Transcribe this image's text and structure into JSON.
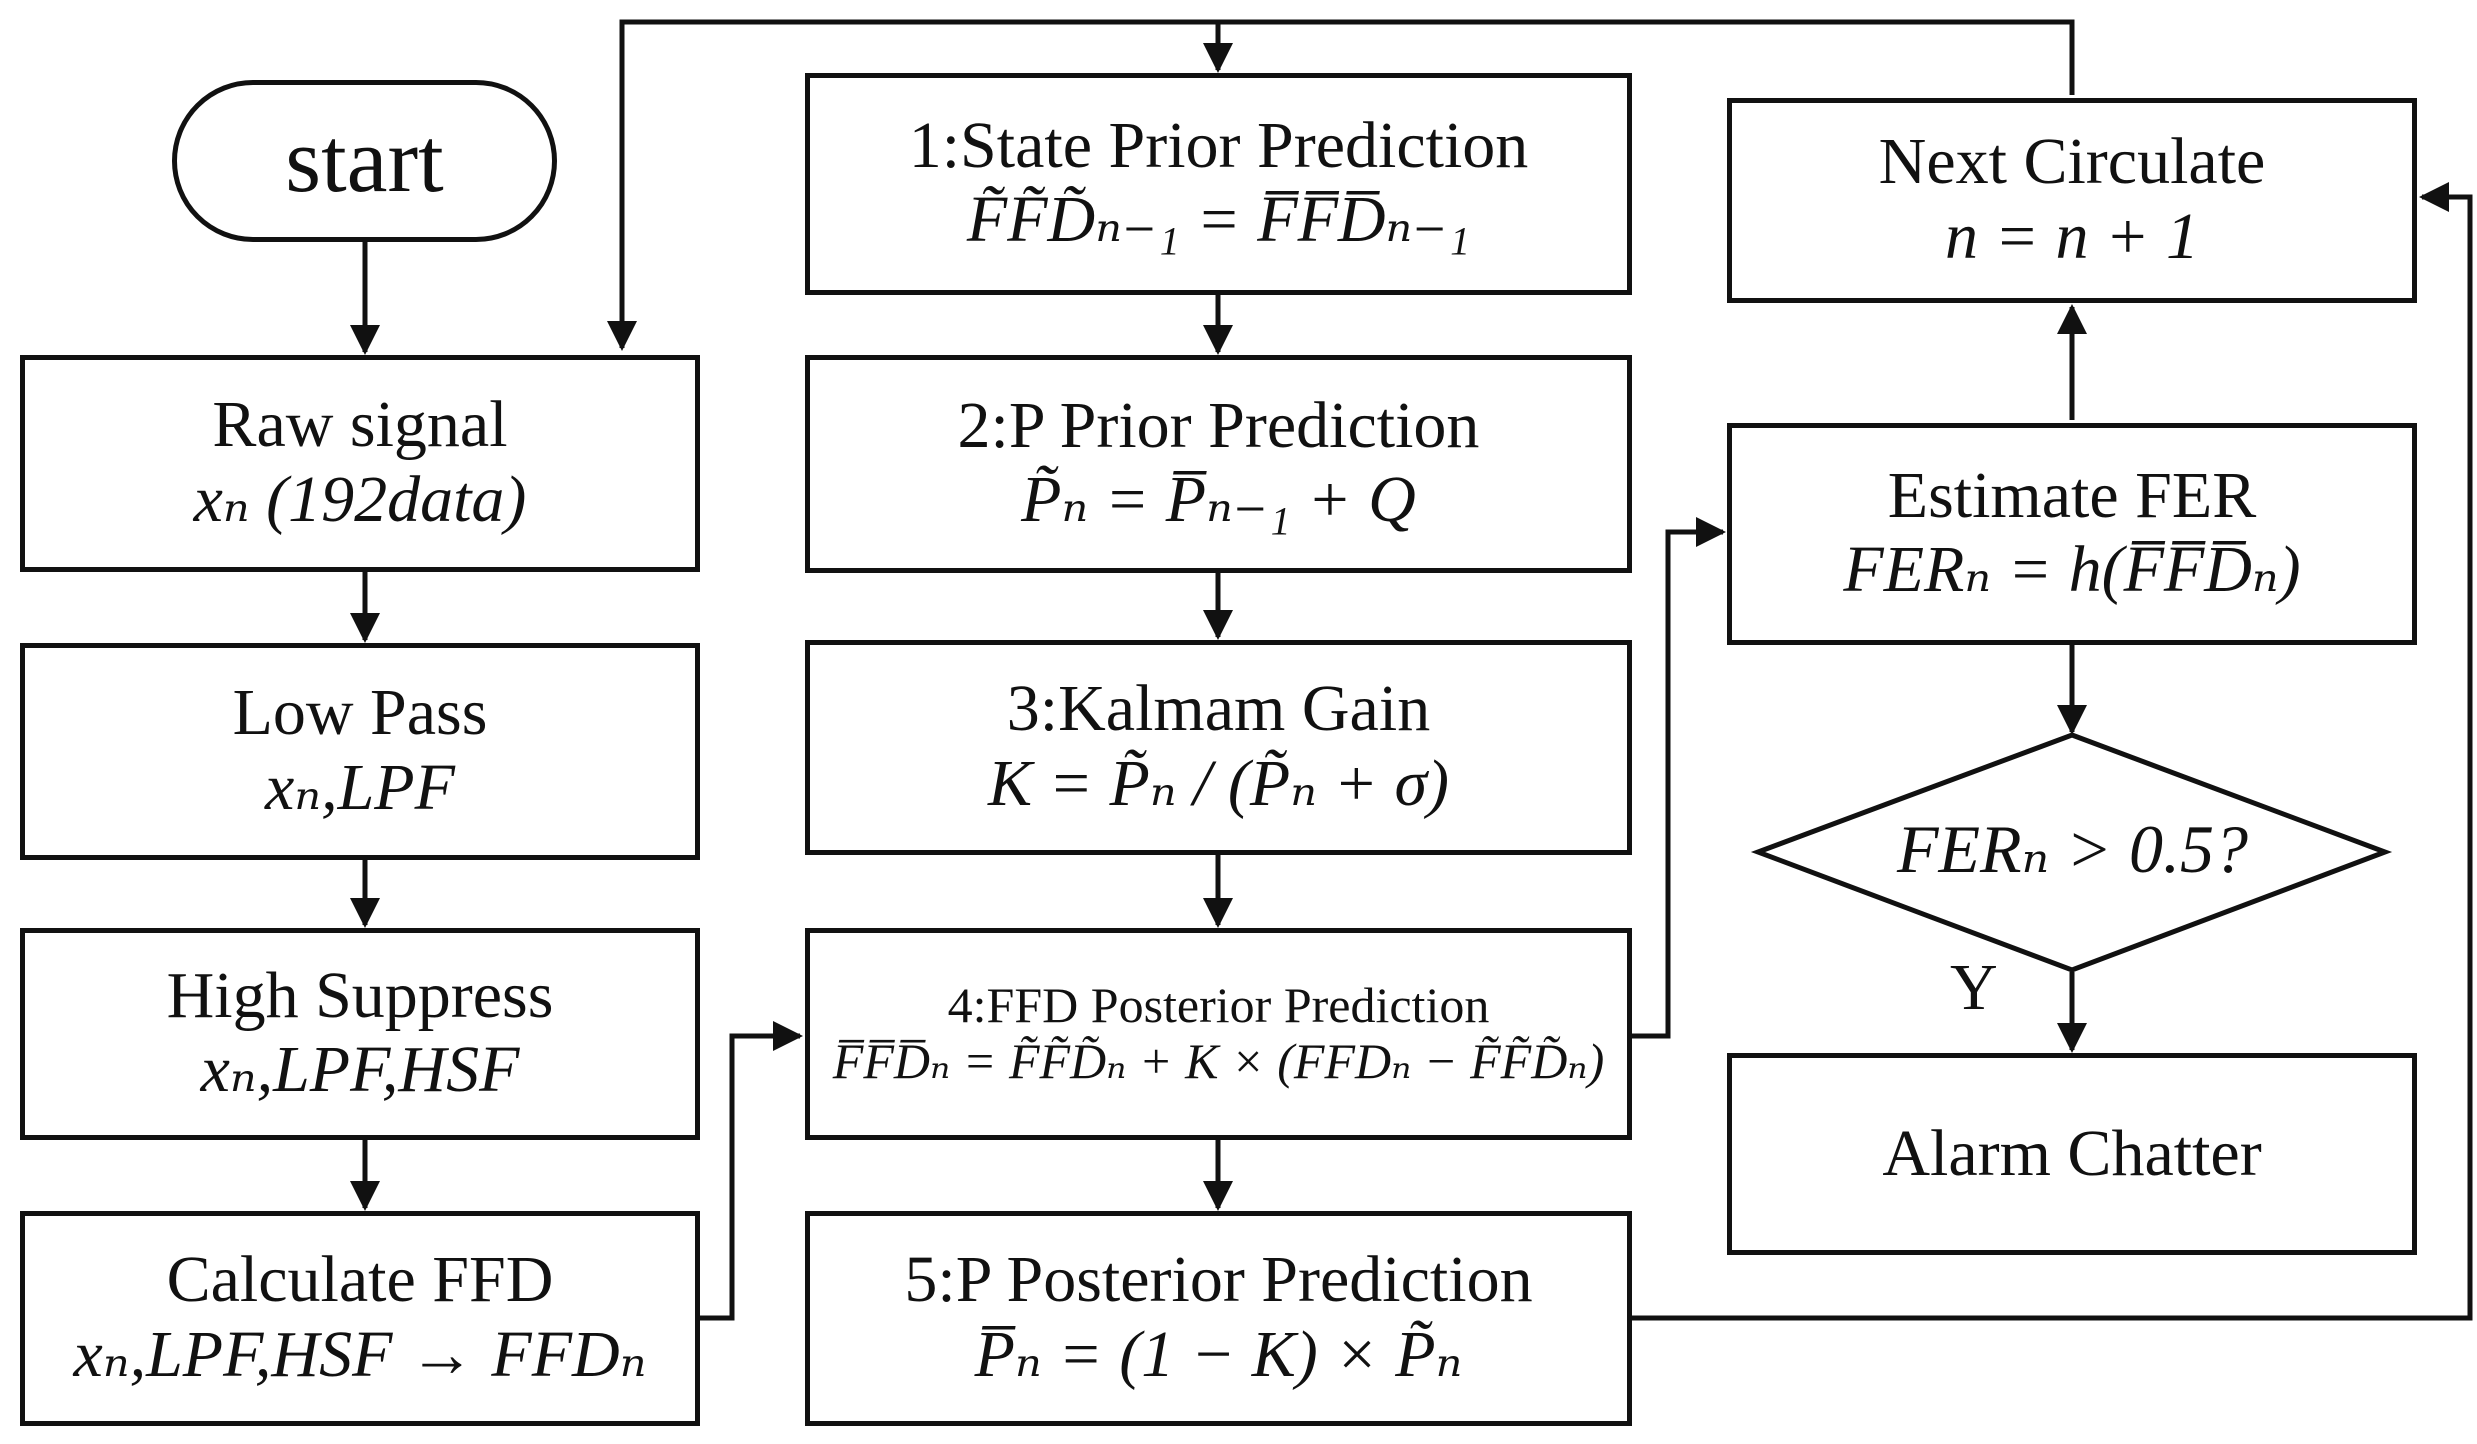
{
  "nodes": {
    "start": {
      "label": "start"
    },
    "raw_signal": {
      "title": "Raw signal",
      "formula": "xₙ (192data)"
    },
    "low_pass": {
      "title": "Low Pass",
      "formula": "xₙ,LPF"
    },
    "high_suppress": {
      "title": "High Suppress",
      "formula": "xₙ,LPF,HSF"
    },
    "calculate_ffd": {
      "title": "Calculate FFD",
      "formula": "xₙ,LPF,HSF → FFDₙ"
    },
    "state_prior": {
      "title": "1:State Prior Prediction",
      "formula": "F̃F̃D̃ₙ₋₁ = F̅F̅D̅ₙ₋₁"
    },
    "p_prior": {
      "title": "2:P Prior Prediction",
      "formula": "P̃ₙ = P̅ₙ₋₁ + Q"
    },
    "kalman_gain": {
      "title": "3:Kalmam Gain",
      "formula": "K = P̃ₙ / (P̃ₙ + σ)"
    },
    "ffd_posterior": {
      "title": "4:FFD Posterior Prediction",
      "formula": "F̅F̅D̅ₙ = F̃F̃D̃ₙ + K × (FFDₙ − F̃F̃D̃ₙ)"
    },
    "p_posterior": {
      "title": "5:P Posterior Prediction",
      "formula": "P̅ₙ = (1 − K) × P̃ₙ"
    },
    "next_circulate": {
      "title": "Next Circulate",
      "formula": "n = n + 1"
    },
    "estimate_fer": {
      "title": "Estimate FER",
      "formula": "FERₙ = h(F̅F̅D̅ₙ)"
    },
    "decision": {
      "label": "FERₙ > 0.5?"
    },
    "alarm_chatter": {
      "title": "Alarm Chatter"
    }
  },
  "branch_labels": {
    "yes": "Y"
  }
}
